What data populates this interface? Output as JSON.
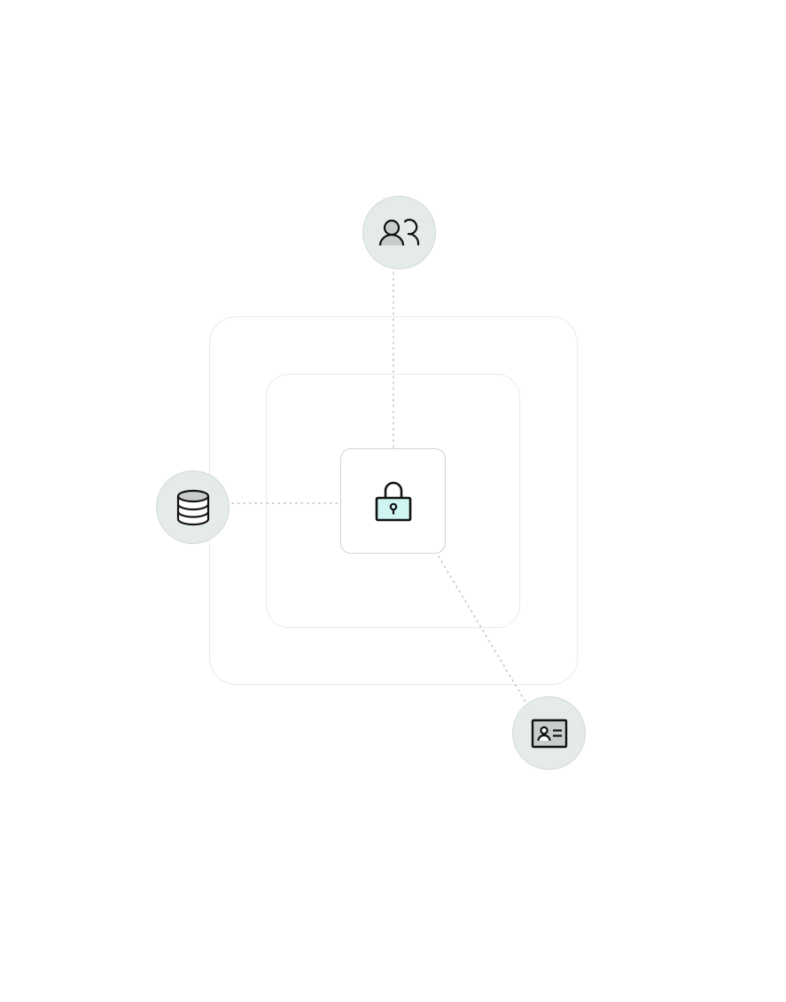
{
  "diagram": {
    "center": {
      "icon": "lock-icon",
      "icon_fill": "#cff5f2"
    },
    "nodes": [
      {
        "id": "users",
        "icon": "users-icon"
      },
      {
        "id": "database",
        "icon": "database-icon"
      },
      {
        "id": "id-card",
        "icon": "id-card-icon"
      }
    ],
    "colors": {
      "node_background": "#e5eaea",
      "node_border": "#d4dada",
      "frame_border": "#ebebeb",
      "connector": "#c4c4c4",
      "icon_stroke": "#111111",
      "icon_fill": "#c9cccc"
    }
  }
}
